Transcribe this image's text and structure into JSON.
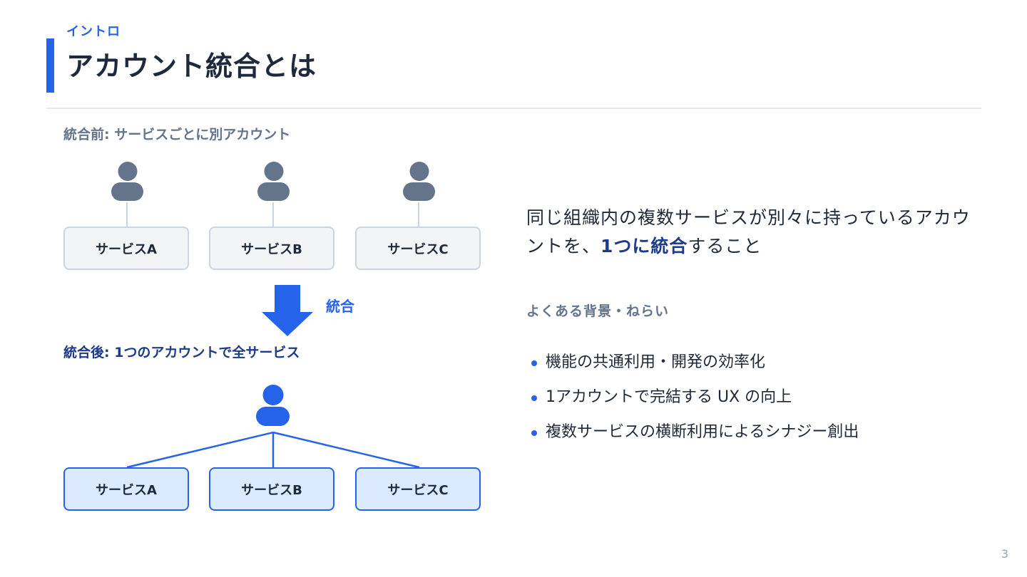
{
  "header": {
    "eyebrow": "イントロ",
    "title": "アカウント統合とは"
  },
  "diagram": {
    "before_caption": "統合前: サービスごとに別アカウント",
    "after_caption": "統合後: 1つのアカウントで全サービス",
    "merge_label": "統合",
    "before_services": [
      "サービスA",
      "サービスB",
      "サービスC"
    ],
    "after_services": [
      "サービスA",
      "サービスB",
      "サービスC"
    ],
    "colors": {
      "accent": "#2563eb",
      "gray_user": "#64748b",
      "box_gray": "#f3f4f6",
      "box_blue": "#dbeafe"
    }
  },
  "description": {
    "prefix": "同じ組織内の複数サービスが別々に持っているアカウントを、",
    "highlight": "1つに統合",
    "suffix": "すること"
  },
  "background": {
    "heading": "よくある背景・ねらい",
    "items": [
      "機能の共通利用・開発の効率化",
      "1アカウントで完結する UX の向上",
      "複数サービスの横断利用によるシナジー創出"
    ]
  },
  "page_number": "3"
}
